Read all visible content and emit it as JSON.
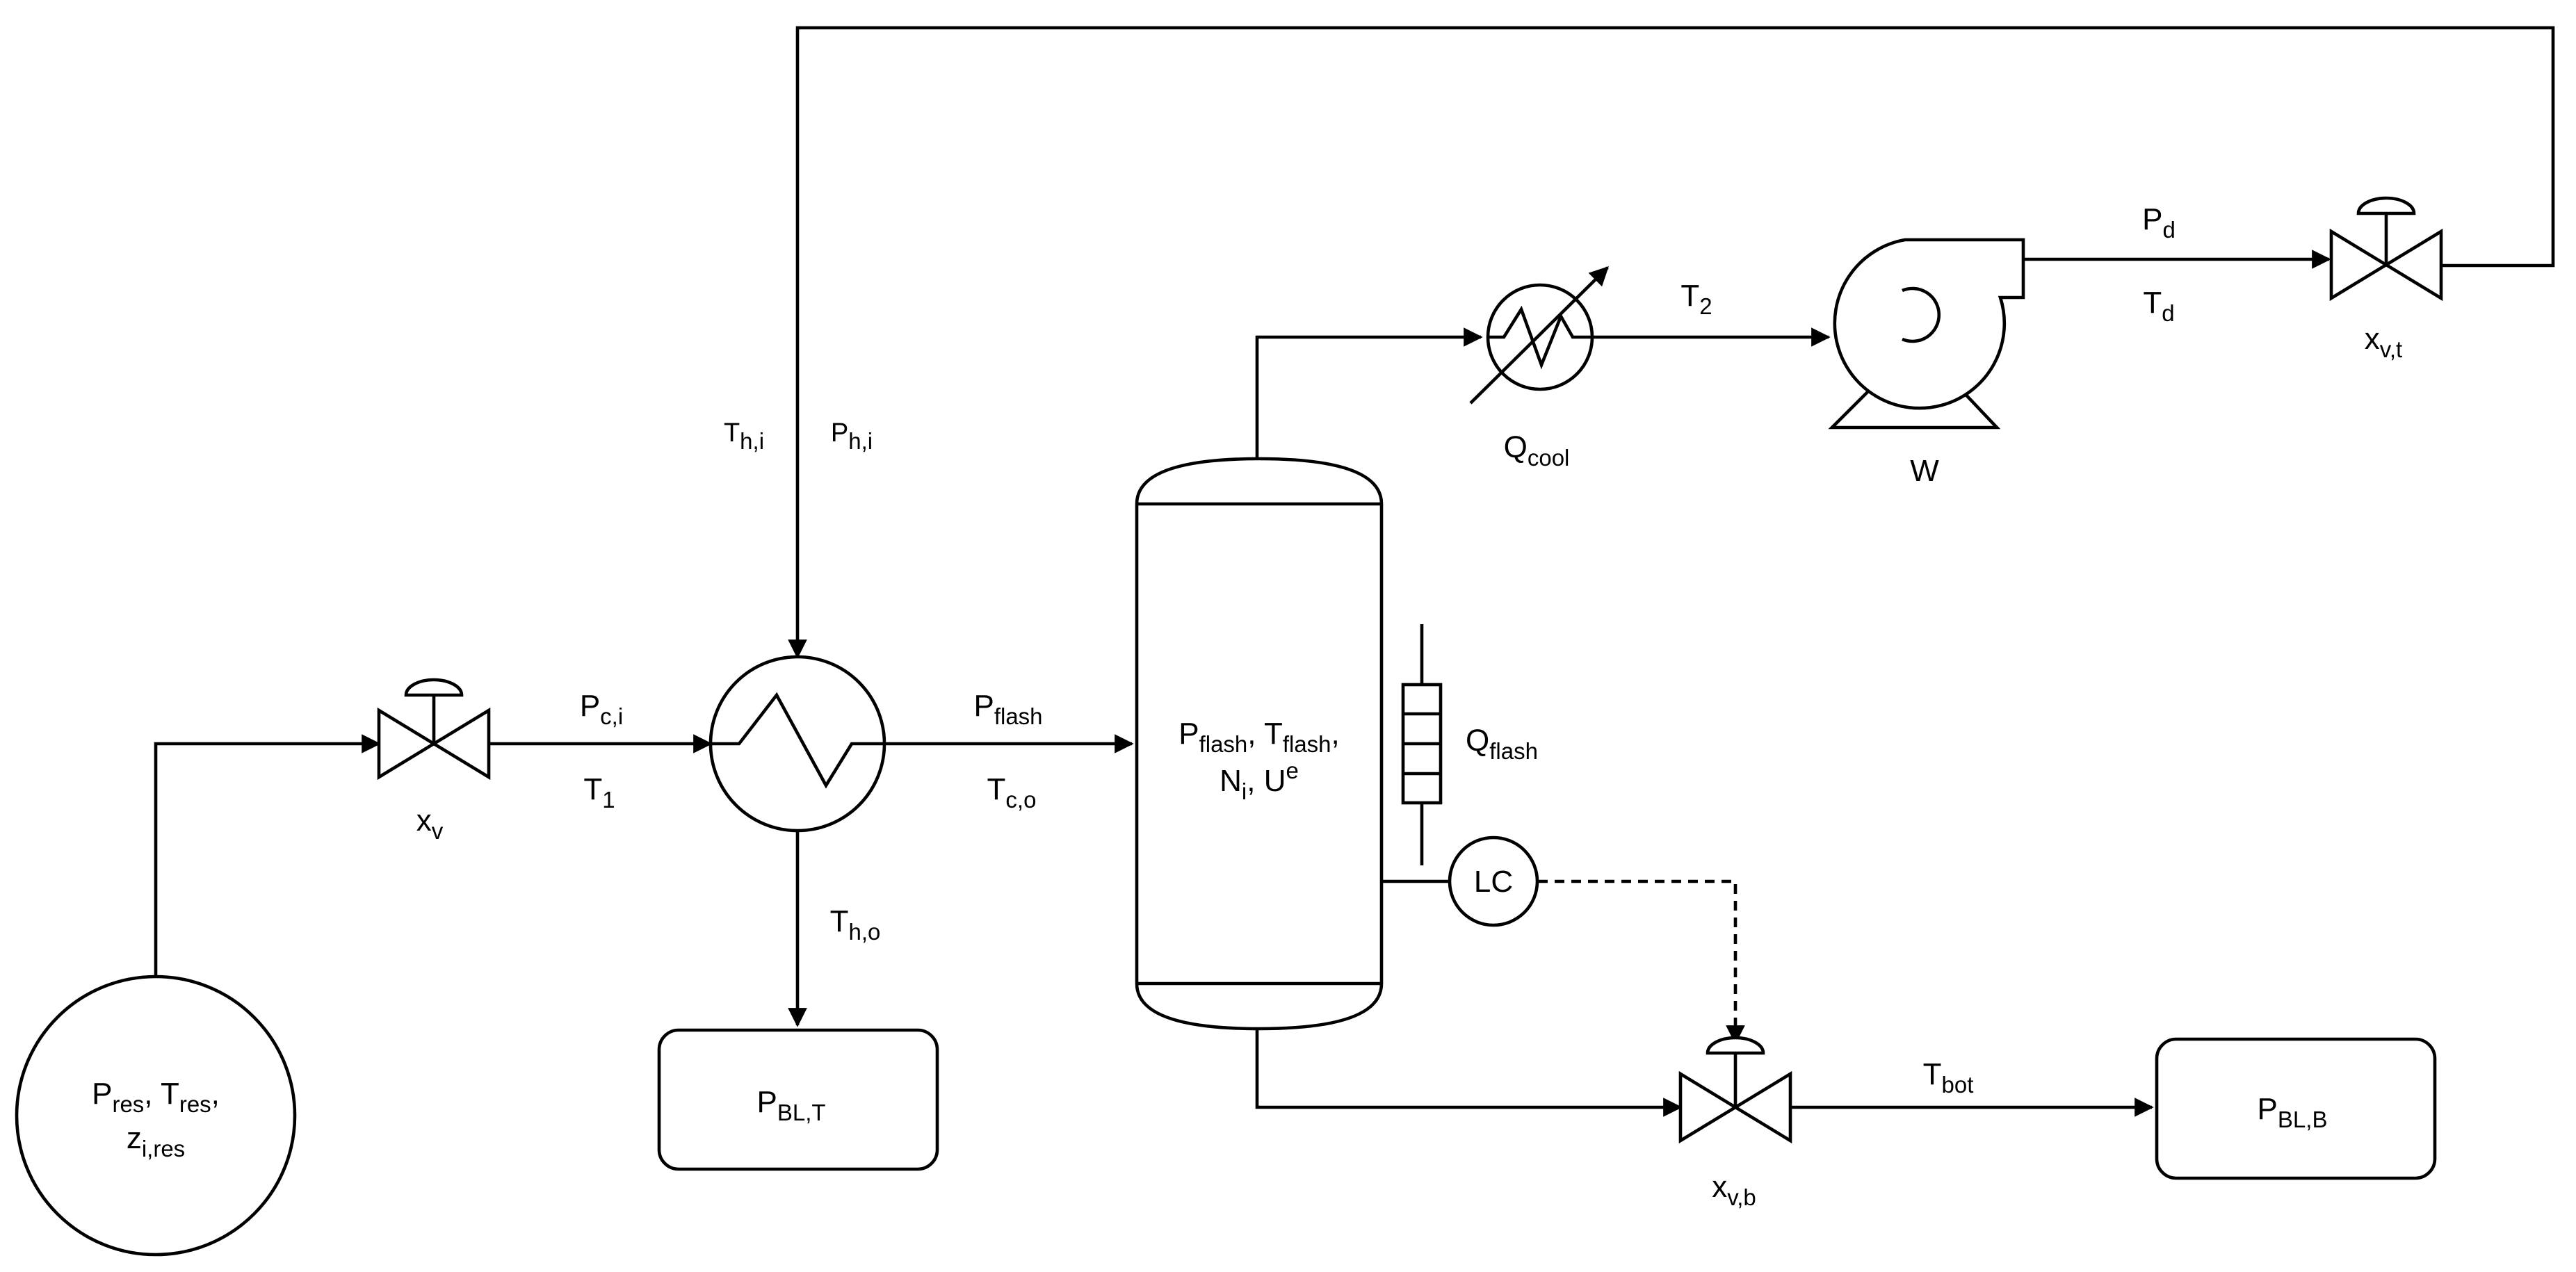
{
  "labels": {
    "reservoir": {
      "line1": [
        "P",
        "res",
        ", T",
        "res",
        ","
      ],
      "line2": [
        "z",
        "i,res"
      ]
    },
    "inlet_valve": [
      "x",
      "v"
    ],
    "stream_pci": [
      "P",
      "c,i"
    ],
    "stream_t1": [
      "T",
      "1"
    ],
    "hot_in_t": [
      "T",
      "h,i"
    ],
    "hot_in_p": [
      "P",
      "h,i"
    ],
    "hot_out_t": [
      "T",
      "h,o"
    ],
    "stream_pflash": [
      "P",
      "flash"
    ],
    "stream_tco": [
      "T",
      "c,o"
    ],
    "hx_boundary": [
      "P",
      "BL,T"
    ],
    "drum": {
      "line1": [
        "P",
        "flash",
        ", T",
        "flash",
        ","
      ],
      "line2": [
        "N",
        "i",
        ", U",
        "e"
      ]
    },
    "heater": [
      "Q",
      "flash"
    ],
    "level_controller": "LC",
    "cooler": [
      "Q",
      "cool"
    ],
    "stream_t2": [
      "T",
      "2"
    ],
    "compressor": "W",
    "stream_pd": [
      "P",
      "d"
    ],
    "stream_td": [
      "T",
      "d"
    ],
    "top_valve": [
      "x",
      "v,t"
    ],
    "bottom_valve": [
      "x",
      "v,b"
    ],
    "stream_tbot": [
      "T",
      "bot"
    ],
    "bottom_boundary": [
      "P",
      "BL,B"
    ]
  }
}
